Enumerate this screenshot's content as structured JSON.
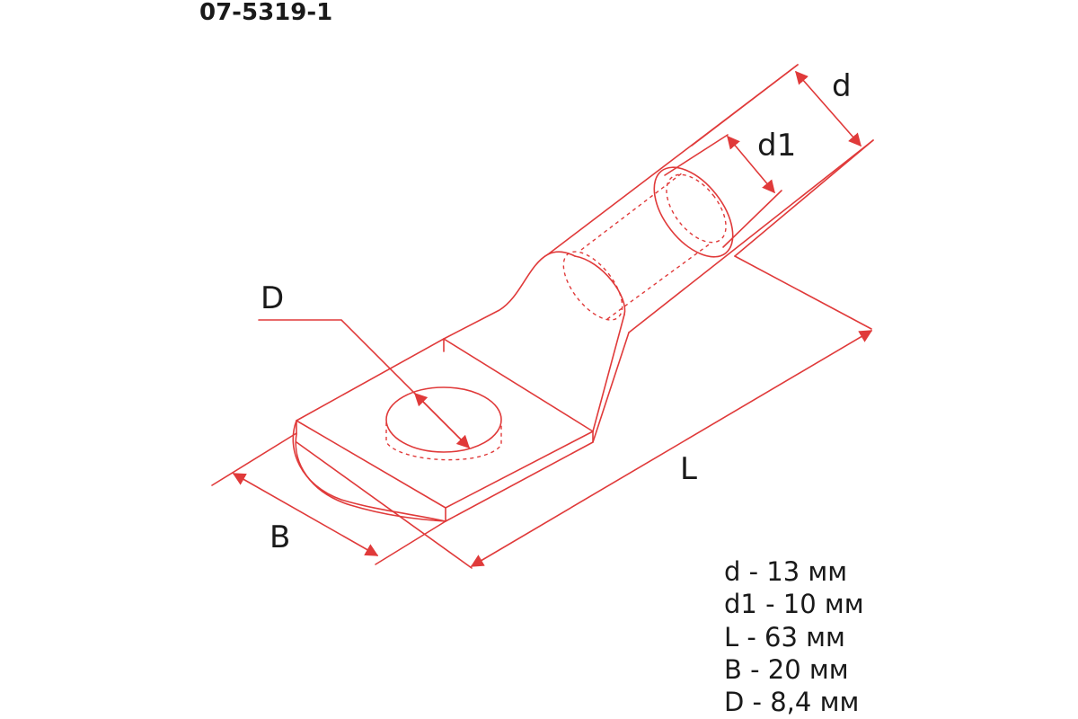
{
  "title": "07-5319-1",
  "labels": {
    "d": "d",
    "d1": "d1",
    "D": "D",
    "L": "L",
    "B": "B"
  },
  "specs": [
    "d - 13 мм",
    "d1 - 10 мм",
    "L - 63 мм",
    "B - 20 мм",
    "D - 8,4 мм"
  ],
  "colors": {
    "line": "#e03a3a",
    "text": "#1a1a1a",
    "background": "#ffffff"
  }
}
